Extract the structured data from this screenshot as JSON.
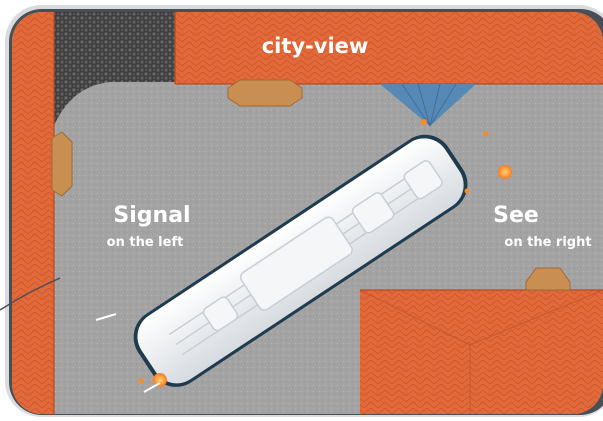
{
  "title": "city-view",
  "left_label": {
    "title": "Signal",
    "subtitle": "on the left"
  },
  "right_label": {
    "title": "See",
    "subtitle": "on the right"
  },
  "colors": {
    "roof": "#e2693a",
    "roof_edge": "#b8491f",
    "road": "#9e9e9e",
    "cobble": "#5a5a5a",
    "frame": "#4a4f55",
    "bus_body": "#eef1f3",
    "bus_edge": "#1f3b4d",
    "signal": "#ff8a1e",
    "camera_cone": "#4f86b8",
    "pad": "#c98e52"
  },
  "icons": {
    "camera": "camera-view-cone-icon",
    "signal_light": "turn-signal-light-icon"
  }
}
